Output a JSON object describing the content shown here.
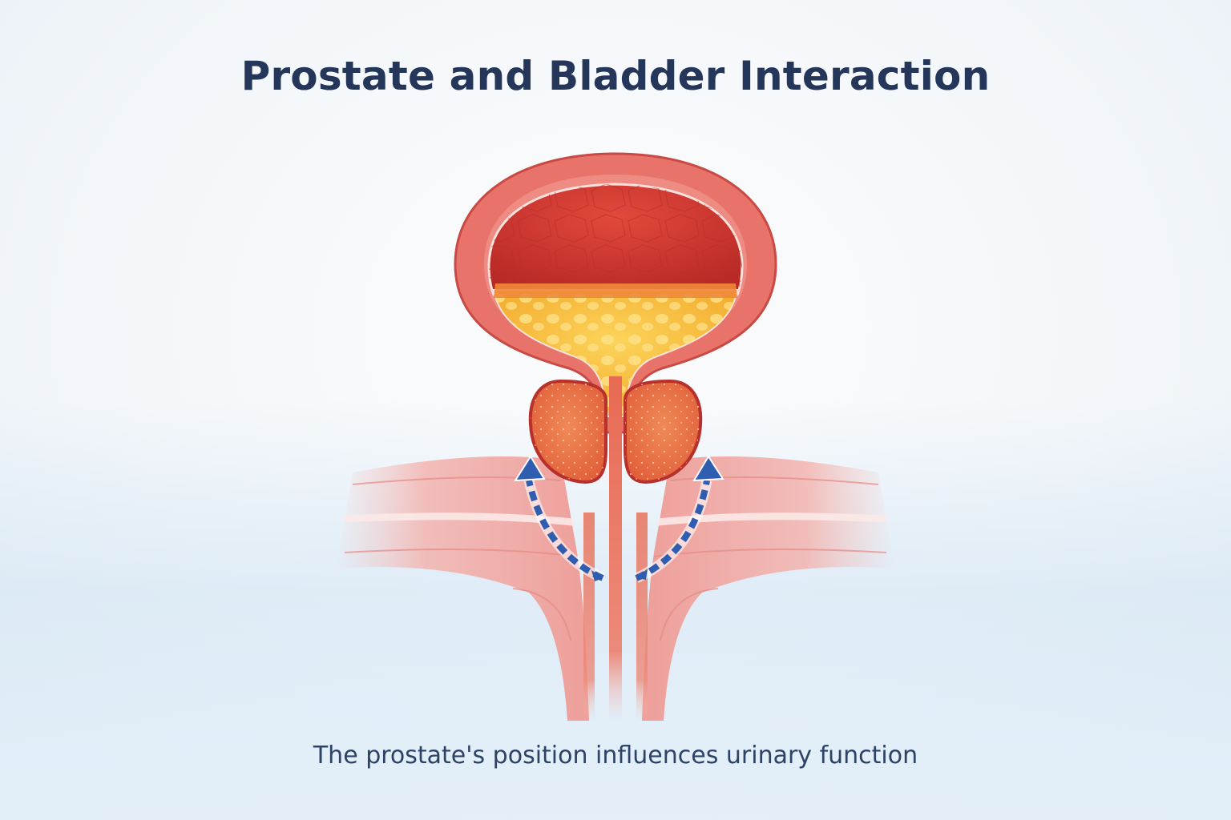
{
  "title": "Prostate and Bladder Interaction",
  "caption": "The prostate's position influences urinary function",
  "diagram": {
    "structures": [
      "bladder",
      "bladder-wall",
      "urine",
      "prostate-left-lobe",
      "prostate-right-lobe",
      "urethra",
      "pelvic-floor-muscles"
    ],
    "arrows": [
      {
        "name": "left-upward-arrow",
        "direction": "up-left",
        "style": "dashed"
      },
      {
        "name": "right-upward-arrow",
        "direction": "up-right",
        "style": "dashed"
      }
    ]
  },
  "colors": {
    "title": "#24365a",
    "caption": "#2c4266",
    "bladder_wall": "#e8736a",
    "bladder_interior": "#d83a32",
    "urine": "#f6b731",
    "prostate": "#e8683f",
    "urethra": "#e0502e",
    "muscle": "#f2b3b0",
    "arrow": "#2f5eb0"
  }
}
